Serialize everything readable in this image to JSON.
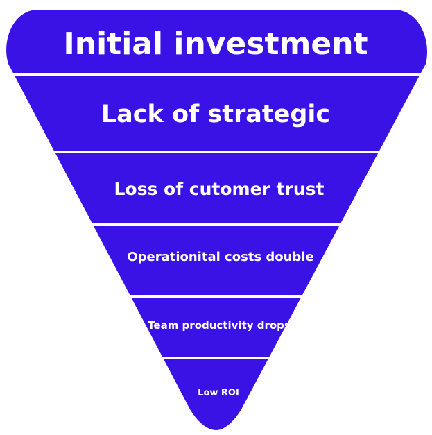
{
  "diagram": {
    "fill_color": "#3a12e6",
    "separator_color": "#ffffff",
    "layers": [
      {
        "label": "Initial investment"
      },
      {
        "label": "Lack of strategic"
      },
      {
        "label": "Loss of cutomer trust"
      },
      {
        "label": "Operationital costs double"
      },
      {
        "label": "Team productivity drops"
      },
      {
        "label": "Low ROI"
      }
    ]
  }
}
